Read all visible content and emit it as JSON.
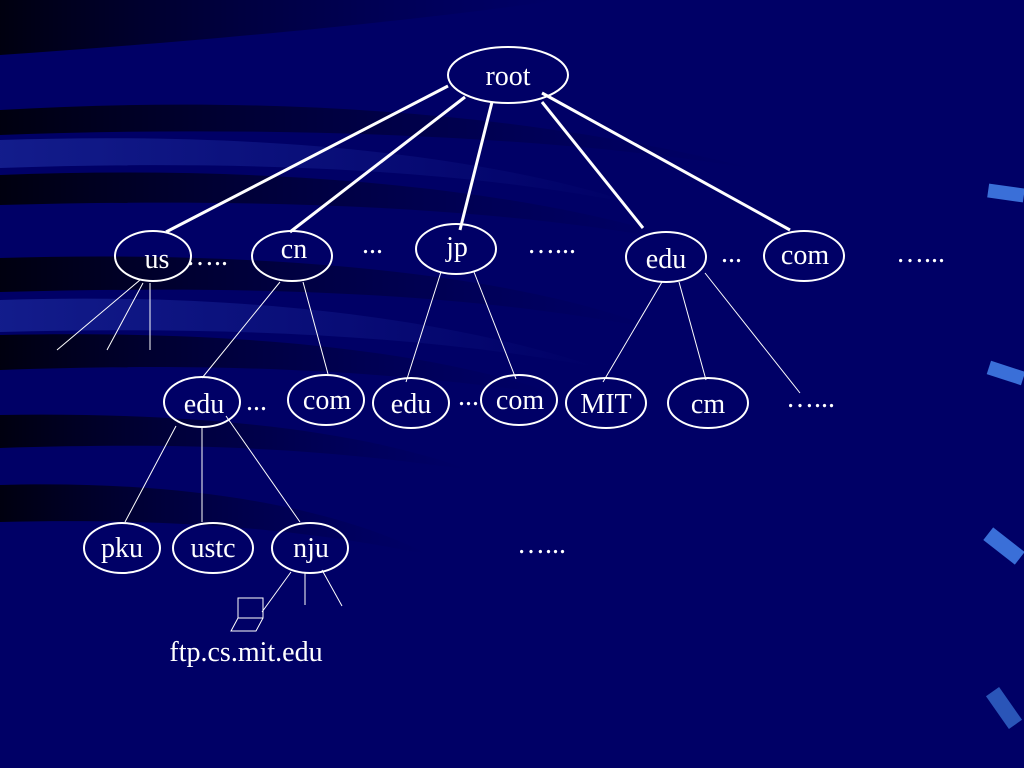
{
  "diagram": {
    "root": "root",
    "level1": {
      "us": "us",
      "cn": "cn",
      "jp": "jp",
      "edu": "edu",
      "com": "com"
    },
    "level2": {
      "cn_edu": "edu",
      "cn_com": "com",
      "jp_edu": "edu",
      "jp_com": "com",
      "edu_mit": "MIT",
      "edu_cm": "cm"
    },
    "level3": {
      "pku": "pku",
      "ustc": "ustc",
      "nju": "nju"
    },
    "ellipses": {
      "us_cn": "…..",
      "cn_jp": "...",
      "jp_edu": "…...",
      "edu_com": "...",
      "after_com": "…...",
      "cn_edu_com": "...",
      "jp_edu_com": "...",
      "edu_sub": "…...",
      "level3": "…..."
    },
    "host_label": "ftp.cs.mit.edu"
  }
}
